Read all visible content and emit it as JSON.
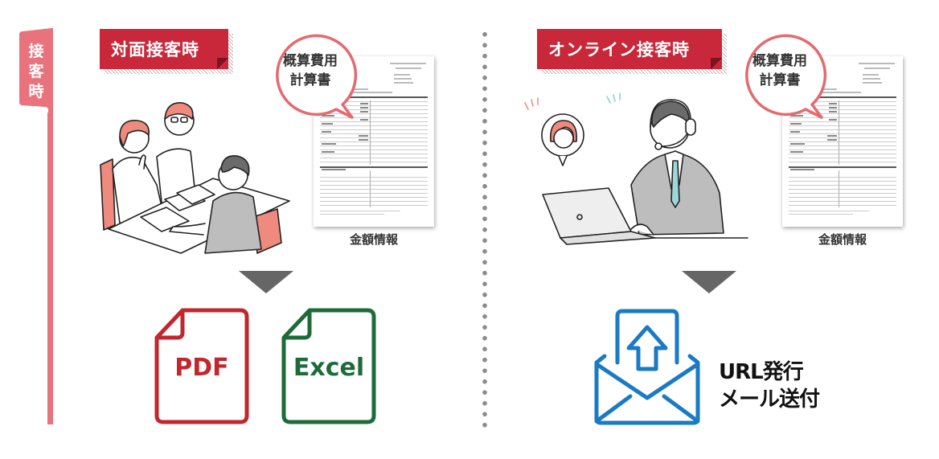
{
  "side_tab": {
    "label": "接客時",
    "chars": [
      "接",
      "客",
      "時"
    ],
    "color": "#e8737d"
  },
  "colors": {
    "banner_red": "#c8283a",
    "bubble_pink": "#e46a6f",
    "arrow_gray": "#666666",
    "pdf_red": "#c1272d",
    "excel_green": "#1e6b3a",
    "mail_blue": "#1a7ac4",
    "divider_gray": "#8c8c8c"
  },
  "left_panel": {
    "banner": "対面接客時",
    "illustration": "face-to-face-meeting",
    "bubble": {
      "line1": "概算費用",
      "line2": "計算書"
    },
    "doc_label": "金額情報",
    "outputs": [
      {
        "label": "PDF",
        "icon": "pdf-file-icon",
        "color": "#c1272d"
      },
      {
        "label": "Excel",
        "icon": "excel-file-icon",
        "color": "#1e6b3a"
      }
    ]
  },
  "right_panel": {
    "banner": "オンライン接客時",
    "illustration": "online-headset-operator",
    "bubble": {
      "line1": "概算費用",
      "line2": "計算書"
    },
    "doc_label": "金額情報",
    "output": {
      "icon": "mail-upload-icon",
      "line1": "URL発行",
      "line2": "メール送付"
    }
  }
}
